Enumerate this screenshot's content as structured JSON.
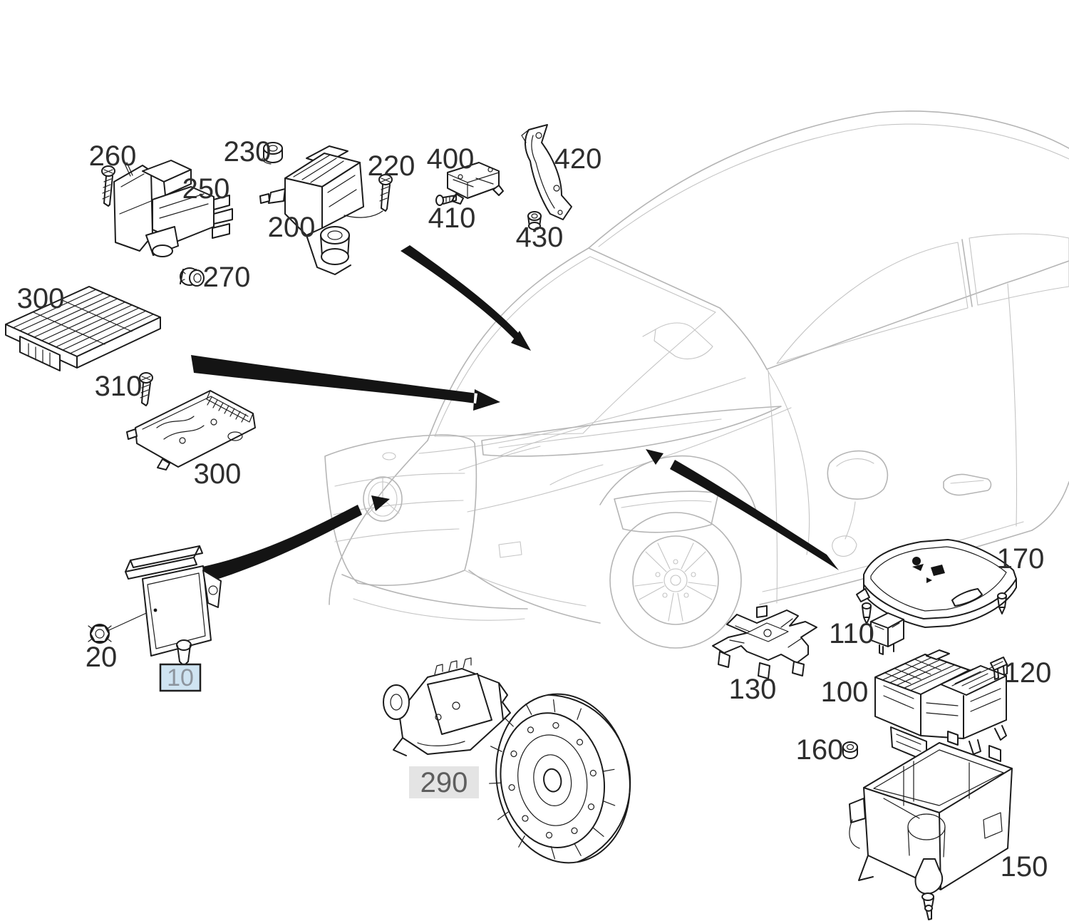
{
  "figure": {
    "part_line_color": "#1c1c1c",
    "car_line_color": "#b5b5b5",
    "selected_callout": "10",
    "selected_highlight_fill": "#cfe4f2",
    "secondary_highlight_fill": "#e4e4e4"
  },
  "callouts": {
    "c10": "10",
    "c20": "20",
    "c100": "100",
    "c110": "110",
    "c120": "120",
    "c130": "130",
    "c150": "150",
    "c160": "160",
    "c170": "170",
    "c200": "200",
    "c220": "220",
    "c230": "230",
    "c250": "250",
    "c260": "260",
    "c270": "270",
    "c290": "290",
    "c300_top": "300",
    "c300_bottom": "300",
    "c310": "310",
    "c400": "400",
    "c410": "410",
    "c420": "420",
    "c430": "430"
  }
}
